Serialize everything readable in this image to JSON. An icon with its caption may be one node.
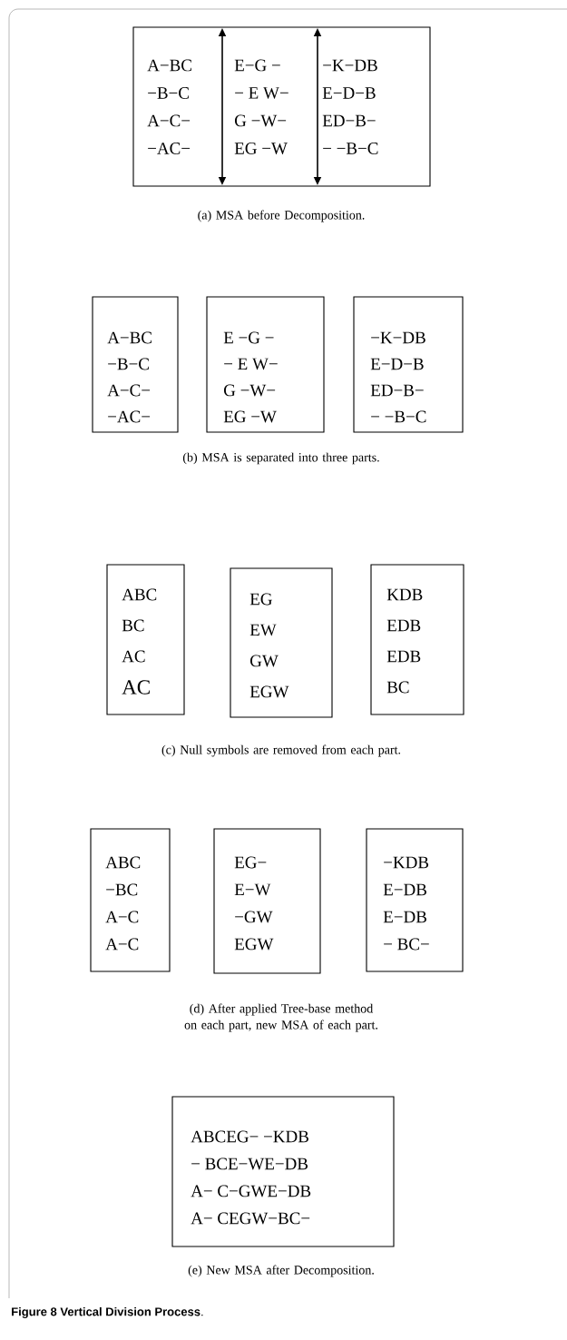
{
  "diagram": {
    "caption": "**Figure 8 Vertical Division Process**.",
    "nodes": [
      {
        "text": [
          "A−BC",
          "−B−C",
          "A−C−",
          "−AC−",
          "E−G −",
          "− E W−",
          "G −W−",
          "EG −W",
          "−K−DB",
          "E−D−B",
          "ED−B−",
          "− −B−C"
        ]
      },
      {
        "text": [
          "A−BC",
          "−B−C",
          "A−C−",
          "−AC−"
        ]
      },
      {
        "text": [
          "E −G −",
          "− E W−",
          "G −W−",
          "EG −W"
        ]
      },
      {
        "text": [
          "−K−DB",
          "E−D−B",
          "ED−B−",
          "− −B−C"
        ]
      },
      {
        "text": [
          "ABC",
          "BC",
          "AC",
          "AC"
        ]
      },
      {
        "text": [
          "EG",
          "EW",
          "GW",
          "EGW"
        ]
      },
      {
        "text": [
          "KDB",
          "EDB",
          "EDB",
          "BC"
        ]
      },
      {
        "text": [
          "ABC",
          "−BC",
          "A−C",
          "A−C"
        ]
      },
      {
        "text": [
          "EG−",
          "E−W",
          "−GW",
          "EGW"
        ]
      },
      {
        "text": [
          "−KDB",
          "E−DB",
          "E−DB",
          "− BC−"
        ]
      },
      {
        "text": [
          "ABCEG− −KDB",
          "− BCE−WE−DB",
          "A− C−GWE−DB",
          "A− CEGW−BC−"
        ]
      }
    ],
    "labels": [
      "(a)  MSA before Decomposition.",
      "(b)  MSA is separated into three parts.",
      "(c)  Null symbols are removed from each part.",
      "(d)  After applied Tree-base method on each part, new MSA of each part.",
      "(e) New MSA after Decomposition."
    ]
  }
}
